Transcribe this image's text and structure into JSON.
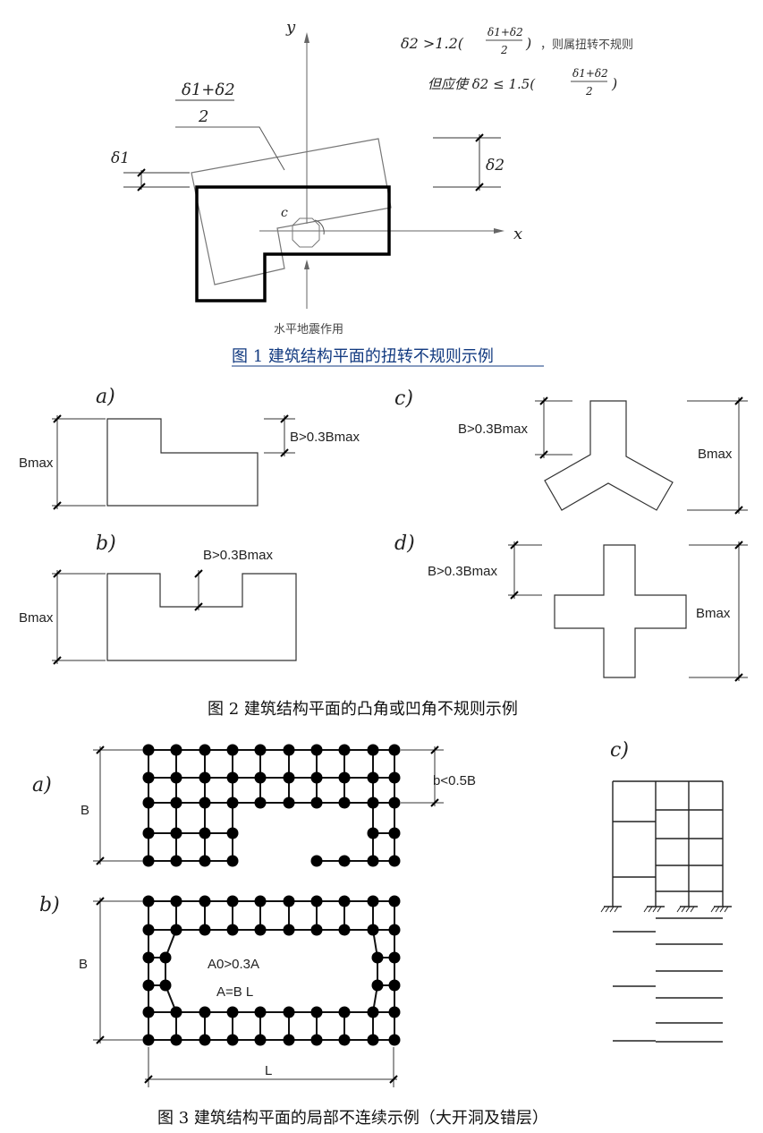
{
  "fig1": {
    "caption": "图 1  建筑结构平面的扭转不规则示例",
    "axis_x": "x",
    "axis_y": "y",
    "center": "c",
    "delta1": "δ1",
    "delta2": "δ2",
    "avg_num": "δ1+δ2",
    "avg_den": "2",
    "cond1_lhs": "δ2 >1.2(",
    "cond1_rhs": ")",
    "cond1_text": "，则属扭转不规则",
    "cond2_prefix": "但应使   δ2 ≤ 1.5(",
    "cond2_rhs": ")",
    "load_label": "水平地震作用"
  },
  "fig2": {
    "caption": "图 2 建筑结构平面的凸角或凹角不规则示例",
    "panel_a": "a)",
    "panel_b": "b)",
    "panel_c": "c)",
    "panel_d": "d)",
    "bmax": "Bmax",
    "cond": "B>0.3Bmax"
  },
  "fig3": {
    "caption": "图 3  建筑结构平面的局部不连续示例（大开洞及错层）",
    "panel_a": "a)",
    "panel_b": "b)",
    "panel_c": "c)",
    "dim_B": "B",
    "dim_L": "L",
    "cond_b": "b<0.5B",
    "area_cond": "A0>0.3A",
    "area_def": "A=B L"
  }
}
